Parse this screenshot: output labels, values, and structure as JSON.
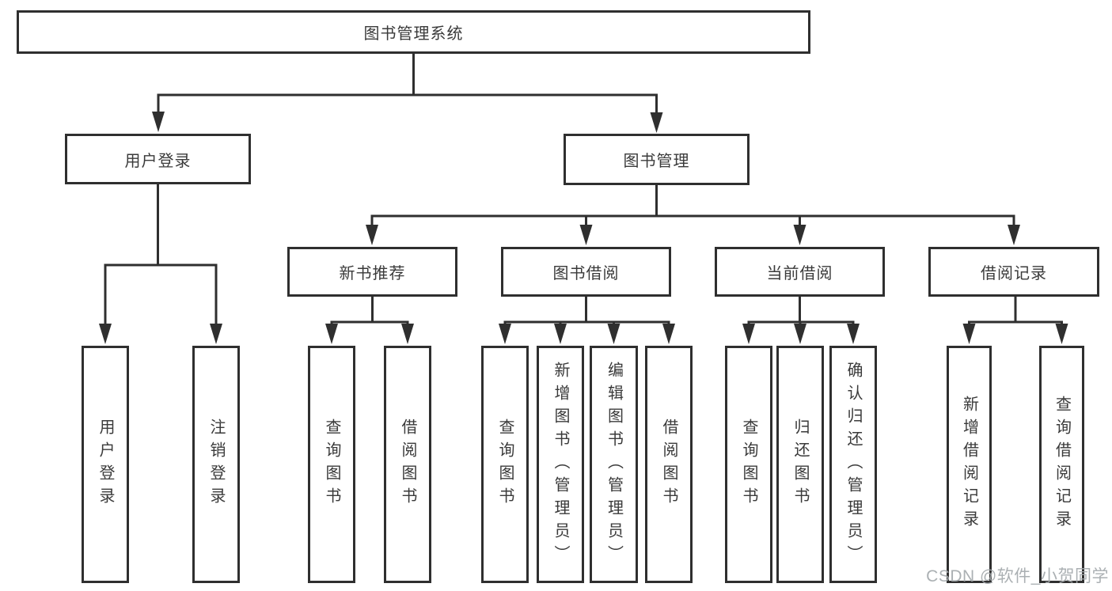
{
  "nodes": {
    "root": "图书管理系统",
    "level2": {
      "user_login": "用户登录",
      "book_management": "图书管理"
    },
    "level3": {
      "new_book_recommend": "新书推荐",
      "book_borrowing": "图书借阅",
      "current_borrowing": "当前借阅",
      "borrowing_records": "借阅记录"
    },
    "leaves": {
      "user_login": [
        "用户登录",
        "注销登录"
      ],
      "new_book_recommend": [
        "查询图书",
        "借阅图书"
      ],
      "book_borrowing": [
        "查询图书",
        "新增图书（管理员）",
        "编辑图书（管理员）",
        "借阅图书"
      ],
      "current_borrowing": [
        "查询图书",
        "归还图书",
        "确认归还（管理员）"
      ],
      "borrowing_records": [
        "新增借阅记录",
        "查询借阅记录"
      ]
    }
  },
  "watermark": "CSDN @软件_小贺同学",
  "colors": {
    "line": "#2f2f2f",
    "box_border": "#2f2f2f",
    "text": "#3a3a3a",
    "watermark": "#a4a9ad",
    "background": "#ffffff"
  }
}
